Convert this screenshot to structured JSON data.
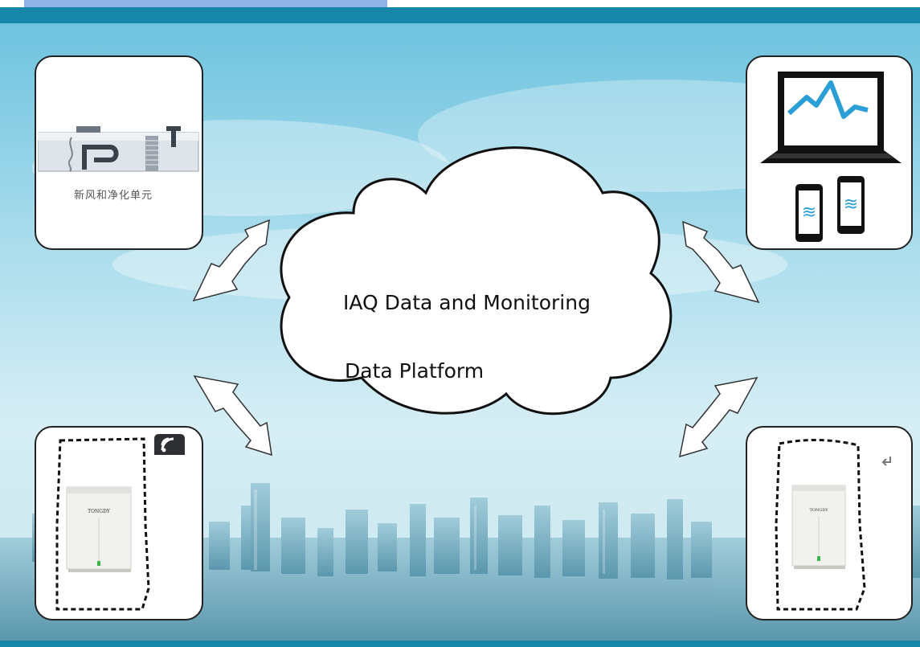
{
  "diagram": {
    "cloud": {
      "line1": "IAQ Data and Monitoring",
      "line2": "Data Platform"
    },
    "panels": {
      "top_left": {
        "label": "新风和净化单元",
        "icon": "air-handling-unit-icon"
      },
      "top_right": {
        "icon": "laptop-and-phones-icon"
      },
      "bottom_left": {
        "brand": "TONGDY",
        "icon": "iaq-monitor-device-icon",
        "badge_icon": "wifi-badge-icon"
      },
      "bottom_right": {
        "brand": "TONGDY",
        "icon": "iaq-monitor-device-icon",
        "badge_icon": "return-arrow-icon"
      }
    },
    "arrows": [
      "double-arrow-top-left",
      "double-arrow-top-right",
      "double-arrow-bottom-left",
      "double-arrow-bottom-right"
    ]
  },
  "colors": {
    "header_bar": "#1687a9",
    "header_tab": "#8fb3e6",
    "chart_line": "#2a9fd6",
    "led_green": "#3cb54a"
  }
}
